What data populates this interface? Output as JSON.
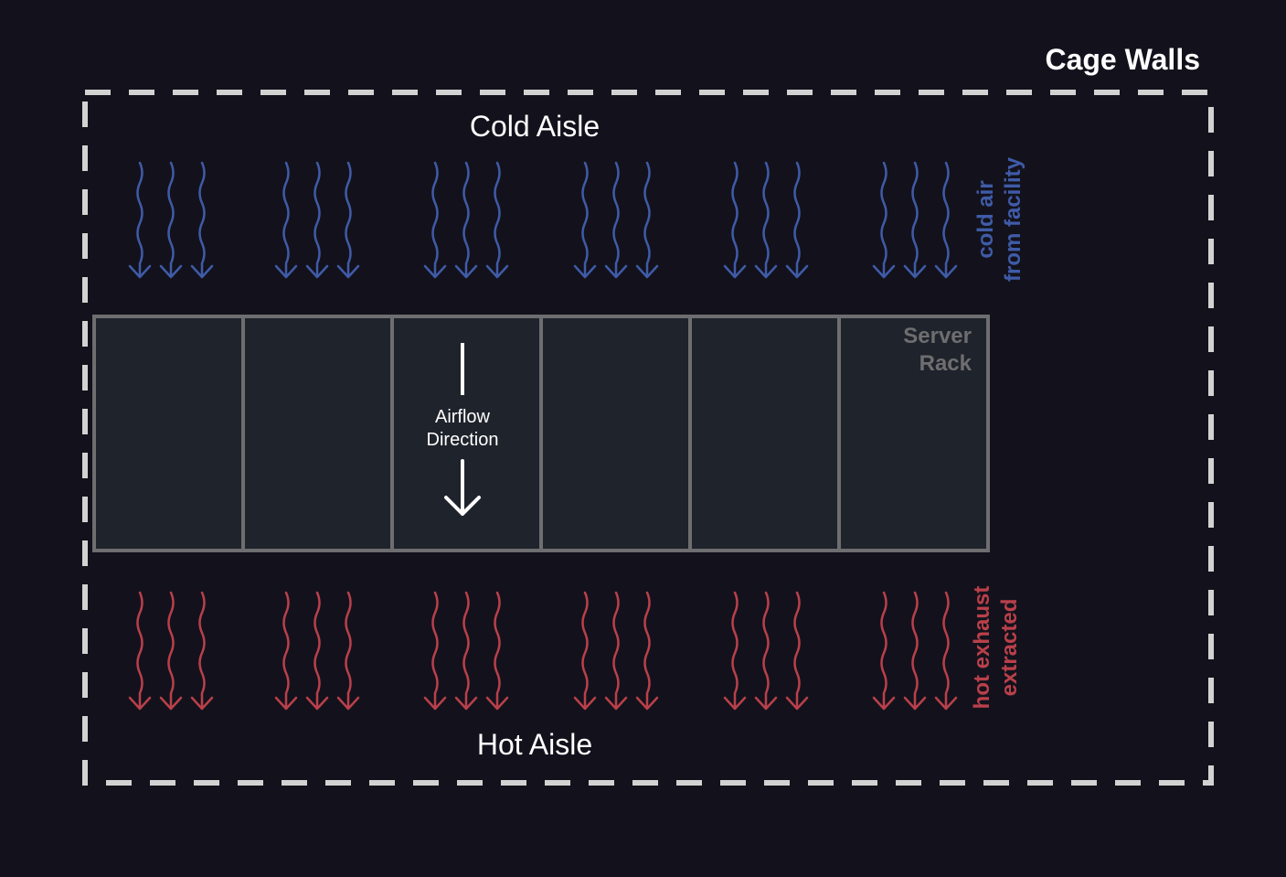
{
  "title": "Cage Walls",
  "cold_aisle": {
    "label": "Cold Aisle",
    "side_label": [
      "cold air",
      "from facility"
    ],
    "color": "#3f5ba8"
  },
  "hot_aisle": {
    "label": "Hot Aisle",
    "side_label": [
      "hot exhaust",
      "extracted"
    ],
    "color": "#b9404a"
  },
  "rack": {
    "label": [
      "Server",
      "Rack"
    ],
    "units": 6,
    "fill": "#1f232b",
    "border": "#6e6e70"
  },
  "airflow": {
    "label": [
      "Airflow",
      "Direction"
    ]
  },
  "wall_color": "#d2d2d2",
  "arrow_groups_per_aisle": 6,
  "arrows_per_group": 3
}
